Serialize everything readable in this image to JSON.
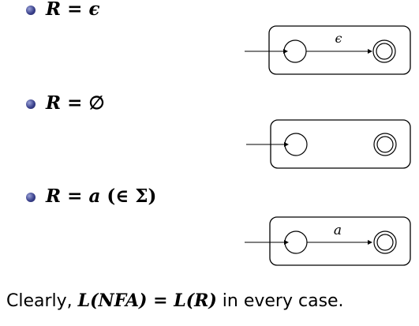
{
  "cases": [
    {
      "formula_lhs": "R",
      "formula_op": "=",
      "formula_rhs": "ϵ",
      "formula_note": "",
      "transition_label": "ϵ",
      "has_transition": true
    },
    {
      "formula_lhs": "R",
      "formula_op": "=",
      "formula_rhs": "∅",
      "formula_note": "",
      "transition_label": "",
      "has_transition": false
    },
    {
      "formula_lhs": "R",
      "formula_op": "=",
      "formula_rhs": "a",
      "formula_note": "(∈ Σ)",
      "transition_label": "a",
      "has_transition": true
    }
  ],
  "conclusion": {
    "prefix": "Clearly, ",
    "lhs": "L(NFA)",
    "op": " = ",
    "rhs": "L(R)",
    "suffix": " in every case."
  },
  "colors": {
    "bullet": "#3b428c",
    "stroke": "#000000"
  }
}
